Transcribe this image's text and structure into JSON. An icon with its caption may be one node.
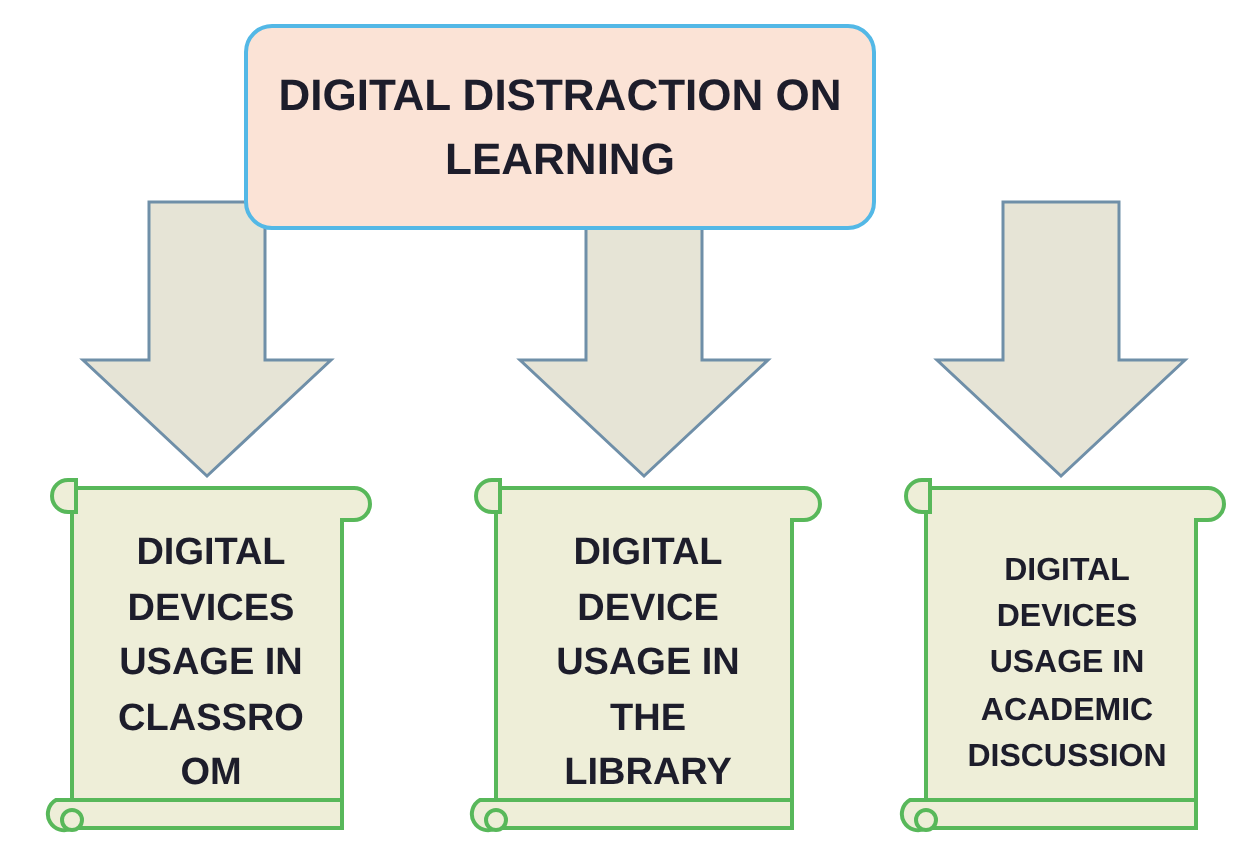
{
  "diagram": {
    "nodes": [
      {
        "text": [
          "DIGITAL DISTRACTION ON LEARNING"
        ]
      },
      {
        "text": [
          "DIGITAL DEVICES USAGE IN CLASSRO OM"
        ]
      },
      {
        "text": [
          "DIGITAL DEVICE USAGE IN THE LIBRARY"
        ]
      },
      {
        "text": [
          "DIGITAL DEVICES USAGE IN ACADEMIC DISCUSSION"
        ]
      }
    ],
    "edges": [
      {
        "from": 0,
        "to": 1,
        "arrow": "to"
      },
      {
        "from": 0,
        "to": 2,
        "arrow": "to"
      },
      {
        "from": 0,
        "to": 3,
        "arrow": "to"
      }
    ]
  }
}
